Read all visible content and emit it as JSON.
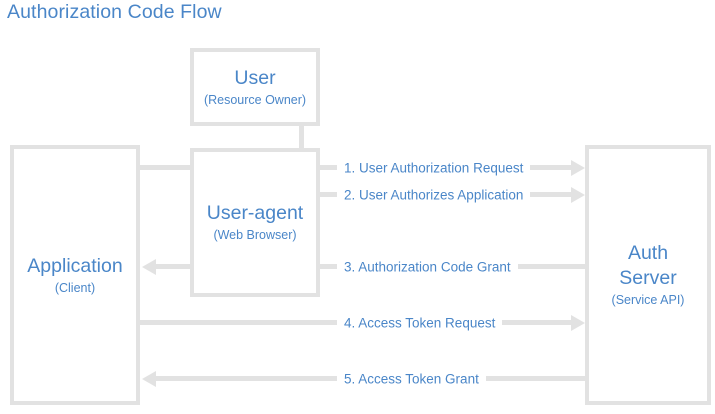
{
  "title": "Authorization Code Flow",
  "colors": {
    "accent_blue": "#4a86c8",
    "line_gray": "#e2e2e2",
    "background": "#ffffff"
  },
  "actors": {
    "user": {
      "name": "User",
      "role": "(Resource Owner)"
    },
    "user_agent": {
      "name": "User-agent",
      "role": "(Web Browser)"
    },
    "application": {
      "name": "Application",
      "role": "(Client)"
    },
    "auth_server": {
      "name": "Auth\nServer",
      "role": "(Service API)"
    }
  },
  "steps": [
    {
      "number": "1.",
      "label": "1. User Authorization Request",
      "text": "User Authorization Request",
      "direction": "right",
      "from": "application",
      "to": "auth_server"
    },
    {
      "number": "2.",
      "label": "2. User Authorizes Application",
      "text": "User Authorizes Application",
      "direction": "right",
      "from": "user",
      "to": "auth_server"
    },
    {
      "number": "3.",
      "label": "3. Authorization Code Grant",
      "text": "Authorization Code Grant",
      "direction": "left",
      "from": "auth_server",
      "to": "application"
    },
    {
      "number": "4.",
      "label": "4. Access Token Request",
      "text": "Access Token Request",
      "direction": "right",
      "from": "application",
      "to": "auth_server"
    },
    {
      "number": "5.",
      "label": "5. Access Token Grant",
      "text": "Access Token Grant",
      "direction": "left",
      "from": "auth_server",
      "to": "application"
    }
  ]
}
